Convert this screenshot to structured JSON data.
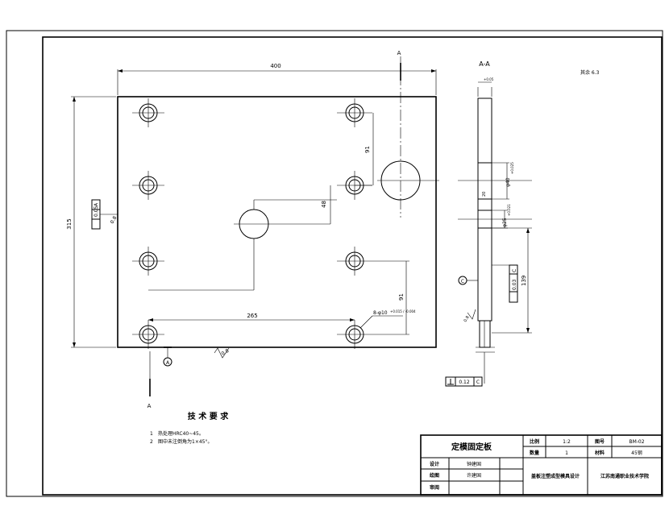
{
  "drawing": {
    "dim_width": "400",
    "dim_height": "315",
    "dim_265": "265",
    "dim_91_top": "91",
    "dim_48": "48",
    "dim_91_right": "91",
    "dim_hole_spec": "8-φ10",
    "dim_hole_tol": "+0.015 / -0.004",
    "flatness_value": "0.05",
    "flatness_datum": "A",
    "datum_a": "A",
    "roughness": "0.8",
    "roughness_bottom": "0.8",
    "section_label_top": "A",
    "section_label_bottom": "A",
    "other_roughness_note": "其余 6.3"
  },
  "section": {
    "title": "A-A",
    "dim_40": "φ40",
    "dim_40_tol": "+0.025",
    "dim_25": "φ25",
    "dim_25_tol": "+0.021",
    "dim_20": "20",
    "dim_139": "139",
    "parallel_value": "0.03",
    "parallel_datum": "C",
    "perp_value": "0.12",
    "perp_datum": "C",
    "datum_c": "C",
    "roughness_side": "0.8",
    "top_dim": "+0.05"
  },
  "notes": {
    "title": "技 术 要 求",
    "items": [
      {
        "num": "1",
        "text": "热处理HRC40~45。"
      },
      {
        "num": "2",
        "text": "图中未注倒角为1×45°。"
      }
    ]
  },
  "title_block": {
    "part_name": "定模固定板",
    "scale_label": "比例",
    "scale_value": "1:2",
    "drawing_no_label": "图号",
    "drawing_no_value": "BM-02",
    "qty_label": "数量",
    "qty_value": "1",
    "material_label": "材料",
    "material_value": "45钢",
    "design_label": "设计",
    "design_value": "钟建国",
    "draw_label": "绘图",
    "draw_value": "许建国",
    "review_label": "审阅",
    "review_value": "",
    "project": "盖板注塑成型模具设计",
    "school": "江苏南通职业技术学院"
  }
}
